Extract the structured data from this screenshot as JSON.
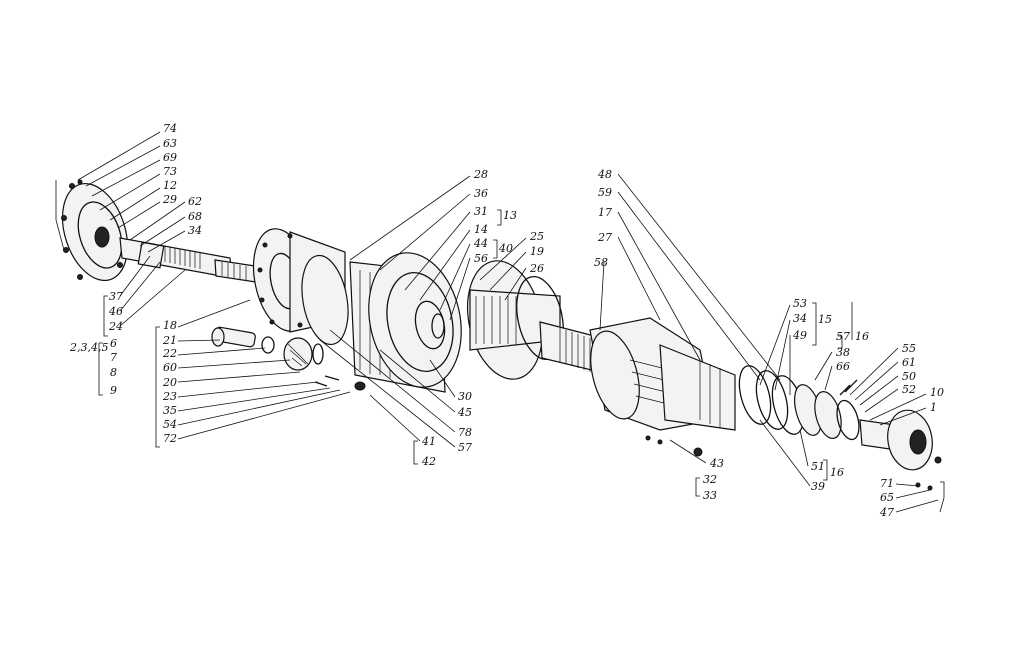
{
  "labels": {
    "l74": "74",
    "l63": "63",
    "l69": "69",
    "l73": "73",
    "l12": "12",
    "l29": "29",
    "l62": "62",
    "l68": "68",
    "l34": "34",
    "l37": "37",
    "l46": "46",
    "l24": "24",
    "l2345": "2,3,4,5",
    "l6": "6",
    "l7": "7",
    "l8": "8",
    "l9": "9",
    "l18": "18",
    "l21": "21",
    "l22": "22",
    "l60": "60",
    "l20": "20",
    "l23": "23",
    "l35": "35",
    "l54": "54",
    "l72": "72",
    "l28": "28",
    "l36": "36",
    "l31": "31",
    "l13": "13",
    "l14": "14",
    "l44": "44",
    "l40": "40",
    "l56": "56",
    "l25": "25",
    "l19": "19",
    "l26": "26",
    "l30": "30",
    "l45": "45",
    "l78": "78",
    "l57b": "57",
    "l41": "41",
    "l42": "42",
    "l48": "48",
    "l59": "59",
    "l17": "17",
    "l27": "27",
    "l58": "58",
    "l43": "43",
    "l32": "32",
    "l33": "33",
    "l53": "53",
    "l34b": "34",
    "l15": "15",
    "l49": "49",
    "l57": "57",
    "l16": "16",
    "l38": "38",
    "l66": "66",
    "l55": "55",
    "l61": "61",
    "l50": "50",
    "l52": "52",
    "l10": "10",
    "l1": "1",
    "l51": "51",
    "l16b": "16",
    "l39": "39",
    "l71": "71",
    "l65": "65",
    "l47": "47"
  }
}
